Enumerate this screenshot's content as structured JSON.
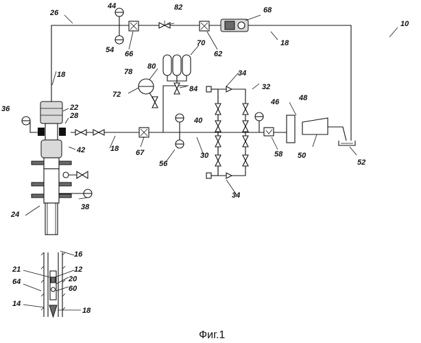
{
  "caption": "Фиг.1",
  "labels": {
    "l10": "10",
    "l12": "12",
    "l14": "14",
    "l16": "16",
    "l18a": "18",
    "l18b": "18",
    "l18c": "18",
    "l18d": "18",
    "l20": "20",
    "l21": "21",
    "l22": "22",
    "l24": "24",
    "l26": "26",
    "l28": "28",
    "l30": "30",
    "l32": "32",
    "l34a": "34",
    "l34b": "34",
    "l36": "36",
    "l38": "38",
    "l40": "40",
    "l42": "42",
    "l44": "44",
    "l46": "46",
    "l48": "48",
    "l50": "50",
    "l52": "52",
    "l54": "54",
    "l56": "56",
    "l58": "58",
    "l60": "60",
    "l62": "62",
    "l64": "64",
    "l66": "66",
    "l67": "67",
    "l68": "68",
    "l70": "70",
    "l72": "72",
    "l78": "78",
    "l80": "80",
    "l82": "82",
    "l84": "84"
  }
}
